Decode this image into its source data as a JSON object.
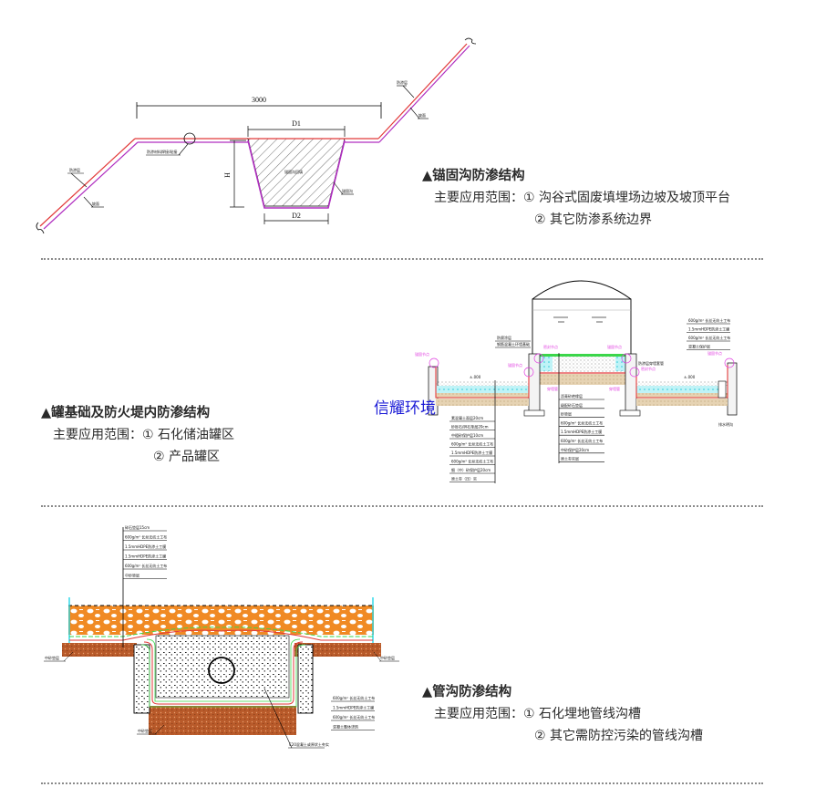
{
  "sections": [
    {
      "title": "▲锚固沟防渗结构",
      "scope_label": "主要应用范围：",
      "items": [
        "① 沟谷式固废填埋场边坡及坡顶平台",
        "② 其它防渗系统边界"
      ],
      "drawing": {
        "dimension_width": "3000",
        "dim_top": "D1",
        "dim_bottom": "D2",
        "dim_height": "H",
        "labels": [
          "防渗层",
          "坡面",
          "防渗材料焊接/粘接",
          "锚固沟回填",
          "锚固沟",
          "防渗层",
          "坡面"
        ]
      }
    },
    {
      "title": "▲罐基础及防火堤内防渗结构",
      "scope_label": "主要应用范围：",
      "items": [
        "① 石化储油罐区",
        "② 产品罐区"
      ],
      "drawing": {
        "left_layers": [
          "素混凝土面层20cm",
          "砂砾石/碎石垫层20cm",
          "中粗砂保护层10cm",
          "600g/m² 长丝无纺土工布",
          "1.5mmHDPE防渗土工膜",
          "600g/m² 长丝无纺土工布",
          "细（中）砂保护层20cm",
          "原土夯（压）实"
        ],
        "center_layers": [
          "沥青砂绝缘层",
          "级配砂石垫层",
          "砂垫层",
          "600g/m² 长丝无纺土工布",
          "1.5mmHDPE防渗土工膜",
          "600g/m² 长丝无纺土工布",
          "中砂保护层20cm",
          "原土夯实层"
        ],
        "right_layers": [
          "600g/m² 长丝无纺土工布",
          "1.5mmHDPE防渗土工膜",
          "600g/m² 长丝无纺土工布",
          "混凝土保护层"
        ],
        "callouts": [
          "锚固节点",
          "密封节点",
          "锚固节点",
          "锚固节点",
          "密封节点",
          "锚固节点",
          "锚固节点",
          "穿墙管",
          "穿墙管"
        ],
        "tank_labels": [
          "防腐涂层",
          "钢筋混凝土环墙基础"
        ],
        "pipe_label": "防渗层穿墙套管",
        "drain_label": "排水明沟",
        "level_left": "±.000",
        "level_right": "±.000"
      },
      "watermark": "信耀环境"
    },
    {
      "title": "▲管沟防渗结构",
      "scope_label": "主要应用范围：",
      "items": [
        "① 石化埋地管线沟槽",
        "② 其它需防控污染的管线沟槽"
      ],
      "drawing": {
        "top_layers": [
          "碎石垫层15cm",
          "600g/m² 长丝无纺土工布",
          "1.5mmHDPE防渗土工膜",
          "1.5mmHDPE防渗土工膜",
          "600g/m² 长丝无纺土工布",
          "中砂垫层"
        ],
        "side_layers": [
          "600g/m² 长丝无纺土工布",
          "1.5mmHDPE防渗土工膜",
          "600g/m² 长丝无纺土工布",
          "混凝土整体浇筑"
        ],
        "pipe_label": "C20混凝土或原状土夯实",
        "base_labels": [
          "中砂垫层",
          "中砂垫层",
          "中砂垫层"
        ]
      }
    }
  ]
}
